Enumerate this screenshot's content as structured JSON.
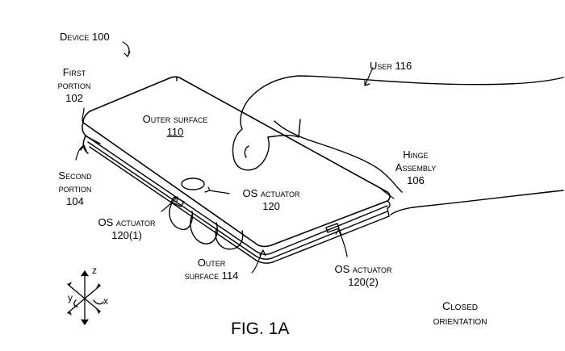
{
  "figure": {
    "title": "FIG. 1A",
    "orientation": [
      "Closed",
      "orientation"
    ]
  },
  "labels": {
    "device": "Device 100",
    "first_portion": [
      "First",
      "portion",
      "102"
    ],
    "outer_surface_110": [
      "Outer surface",
      "110"
    ],
    "user": "User 116",
    "second_portion": [
      "Second",
      "portion",
      "104"
    ],
    "os_actuator_120": [
      "OS actuator",
      "120"
    ],
    "hinge_assembly": [
      "Hinge",
      "Assembly",
      "106"
    ],
    "os_actuator_120_1": [
      "OS actuator",
      "120(1)"
    ],
    "outer_surface_114": [
      "Outer",
      "surface 114"
    ],
    "os_actuator_120_2": [
      "OS actuator",
      "120(2)"
    ]
  },
  "axes": {
    "z": "z",
    "y": "y",
    "x": "x"
  }
}
